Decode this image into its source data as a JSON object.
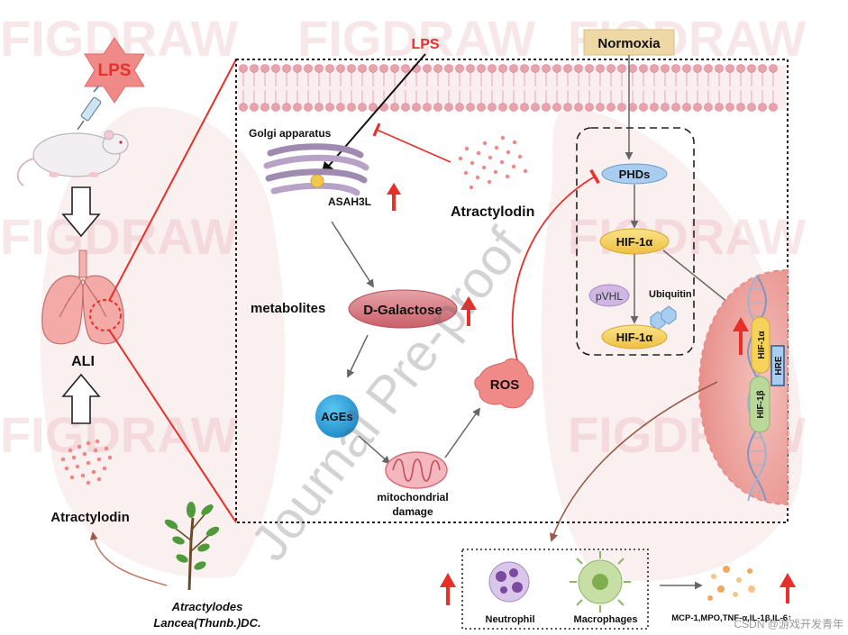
{
  "left_panel": {
    "lps_star_label": "LPS",
    "ali_label": "ALI",
    "drug_label": "Atractylodin",
    "plant_name_line1": "Atractylodes",
    "plant_name_line2": "Lancea(Thunb.)DC."
  },
  "main_panel": {
    "lps_label": "LPS",
    "normoxia_label": "Normoxia",
    "golgi_label": "Golgi apparatus",
    "asah3l_label": "ASAH3L",
    "atractylodin_label": "Atractylodin",
    "metabolites_label": "metabolites",
    "d_galactose_label": "D-Galactose",
    "ages_label": "AGEs",
    "ros_label": "ROS",
    "mito_label_line1": "mitochondrial",
    "mito_label_line2": "damage"
  },
  "hif_pathway": {
    "phds_label": "PHDs",
    "hif1a_label": "HIF-1α",
    "pvhl_label": "pVHL",
    "ubiquitin_label": "Ubiquitin",
    "hif1a_degraded_label": "HIF-1α"
  },
  "nucleus": {
    "hif1a_label": "HIF-1α",
    "hif1b_label": "HIF-1β",
    "hre_label": "HRE"
  },
  "immune_panel": {
    "neutrophil_label": "Neutrophil",
    "macrophage_label": "Macrophages",
    "cytokines_label": "MCP-1,MPO,TNF-α,IL-1β,IL-6↑"
  },
  "watermark": {
    "journal_text": "Journal Pre-proof",
    "figdraw_text": "FIGDRAW",
    "credit_text": "CSDN @游戏开发青年"
  },
  "colors": {
    "inhibit_red": "#e8302a",
    "arrow_gray": "#666666",
    "hif_yellow": "#f5d25a",
    "dgal_pink": "#d46e74",
    "ages_blue": "#1e9ad6",
    "ros_pink": "#f08a88",
    "phds_blue": "#a9cdf0",
    "pvhl_purple": "#cfb6e3",
    "membrane_pink": "#e8a3ad",
    "normoxia_tan": "#eed8a6"
  }
}
